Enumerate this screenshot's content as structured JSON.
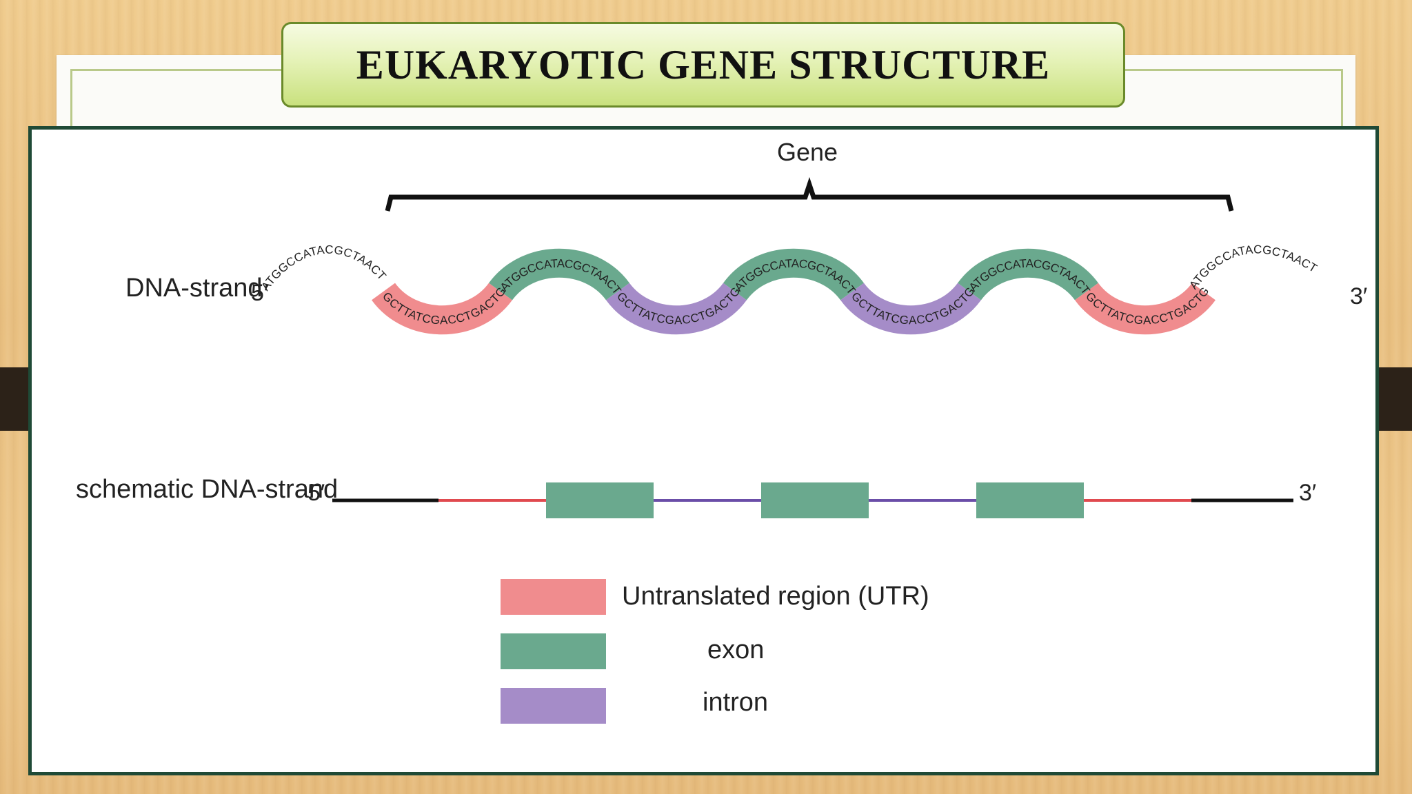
{
  "title": "EUKARYOTIC GENE STRUCTURE",
  "diagram": {
    "gene_label": "Gene",
    "dna_strand_label": "DNA-strand",
    "schematic_label": "schematic DNA-strand",
    "five_prime": "5′",
    "three_prime": "3′",
    "seq_a": "ATGGCCATACGCTAACT",
    "seq_b": "GCTTATCGACCTGACTG",
    "segments": [
      "flank",
      "utr",
      "exon",
      "intron",
      "exon",
      "intron",
      "exon",
      "utr",
      "flank"
    ],
    "legend": [
      {
        "label": "Untranslated region (UTR)",
        "color": "#f08c8e"
      },
      {
        "label": "exon",
        "color": "#6aa98e"
      },
      {
        "label": "intron",
        "color": "#a58cc8"
      }
    ]
  },
  "colors": {
    "utr": "#f08c8e",
    "exon": "#6aa98e",
    "intron": "#a58cc8",
    "utr_line": "#e04a4f",
    "intron_line": "#6b4ea8",
    "frame": "#1f4a36"
  }
}
